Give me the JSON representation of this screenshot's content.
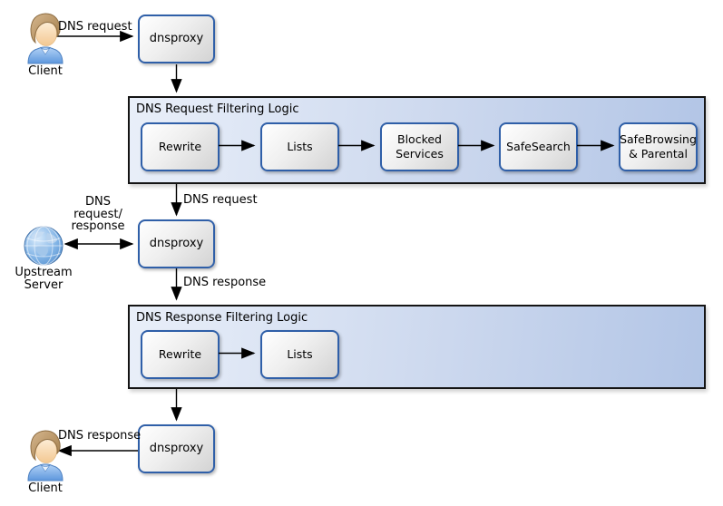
{
  "nodes": {
    "dnsproxy_top": "dnsproxy",
    "dnsproxy_middle": "dnsproxy",
    "dnsproxy_bottom": "dnsproxy",
    "client_top": "Client",
    "client_bottom": "Client",
    "upstream_server": "Upstream\nServer"
  },
  "groups": {
    "request": {
      "title": "DNS Request Filtering Logic",
      "steps": [
        "Rewrite",
        "Lists",
        "Blocked Services",
        "SafeSearch",
        "SafeBrowsing & Parental"
      ]
    },
    "response": {
      "title": "DNS Response Filtering Logic",
      "steps": [
        "Rewrite",
        "Lists"
      ]
    }
  },
  "edges": {
    "client_to_proxy": "DNS request",
    "request_logic_to_proxy": "DNS request",
    "upstream_exchange": "DNS\nrequest/\nresponse",
    "proxy_to_response_logic": "DNS response",
    "proxy_to_client": "DNS response"
  },
  "icons": {
    "client_top": "person-icon",
    "upstream": "globe-icon",
    "client_bottom": "person-icon"
  },
  "colors": {
    "group_fill_left": "#e9eff9",
    "group_fill_right": "#b2c5e6",
    "group_border": "#141414",
    "box_border_blue": "#2f5fa8",
    "box_fill_light": "#ffffff",
    "box_fill_dark": "#d3d3d3",
    "arrow": "#000000",
    "text": "#000000",
    "globe_blue": "#5b9bd5",
    "shirt_blue": "#6ea3e4",
    "hair_brown": "#b89263"
  }
}
